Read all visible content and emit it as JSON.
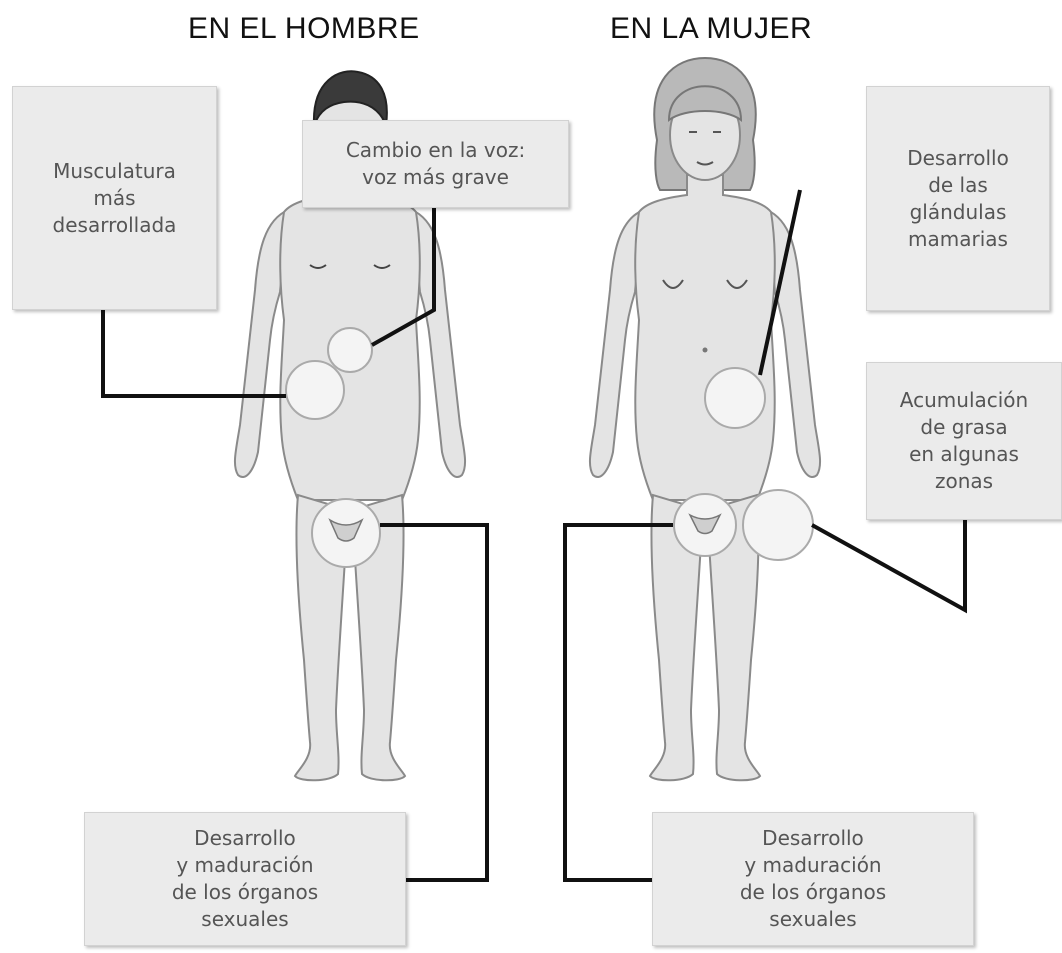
{
  "headings": {
    "male": "EN EL HOMBRE",
    "female": "EN LA MUJER"
  },
  "male_labels": {
    "muscle": "Musculatura\nmás\ndesarrollada",
    "voice": "Cambio en la voz:\nvoz más grave",
    "organs": "Desarrollo\ny maduración\nde los órganos\nsexuales"
  },
  "female_labels": {
    "breasts": "Desarrollo\nde las\nglándulas\nmamarias",
    "fat": "Acumulación\nde grasa\nen algunas\nzonas",
    "organs": "Desarrollo\ny maduración\nde los órganos\nsexuales"
  },
  "colors": {
    "body_fill": "#e4e4e4",
    "body_stroke": "#8a8a8a",
    "male_hair": "#3a3a3a",
    "female_hair": "#b9b9b9",
    "leader_line": "#111111",
    "label_box": "#ebebeb"
  }
}
